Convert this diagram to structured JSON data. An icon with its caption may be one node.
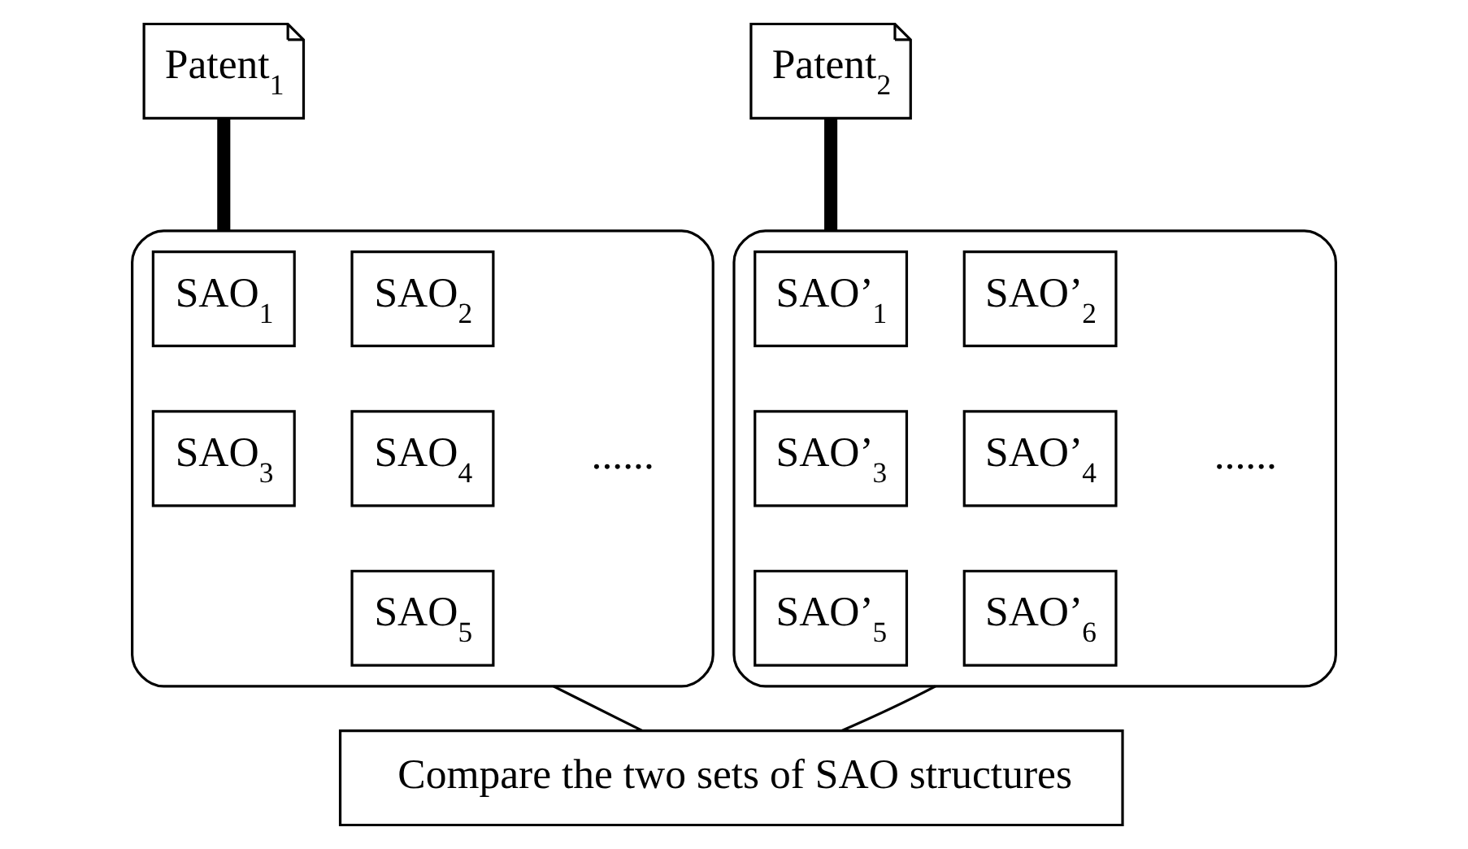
{
  "diagram": {
    "nodes": [
      {
        "text": [
          "Patent$_{1}$"
        ]
      },
      {
        "text": [
          "Patent$_{2}$"
        ]
      },
      {
        "text": [],
        "shape": "ellipse"
      },
      {
        "text": [
          "SAO$_{1}$"
        ],
        "in": 2
      },
      {
        "text": [
          "SAO$_{2}$"
        ],
        "in": 2
      },
      {
        "text": [
          "SAO$_{3}$"
        ],
        "in": 2
      },
      {
        "text": [
          "SAO$_{4}$"
        ],
        "in": 2
      },
      {
        "text": [
          "SAO$_{5}$"
        ],
        "in": 2
      },
      {
        "text": [],
        "shape": "ellipse"
      },
      {
        "text": [
          "SAO’$_{1}$"
        ],
        "in": 8
      },
      {
        "text": [
          "SAO’$_{2}$"
        ],
        "in": 8
      },
      {
        "text": [
          "SAO’$_{3}$"
        ],
        "in": 8
      },
      {
        "text": [
          "SAO’$_{4}$"
        ],
        "in": 8
      },
      {
        "text": [
          "SAO’$_{5}$"
        ],
        "in": 8
      },
      {
        "text": [
          "SAO’$_{6}$"
        ],
        "in": 8
      },
      {
        "text": [
          "Compare the two sets of SAO structures"
        ]
      }
    ],
    "edges": [
      {
        "from": 0,
        "to": 2,
        "arrow": "none",
        "style": "thick"
      },
      {
        "from": 1,
        "to": 8,
        "arrow": "none",
        "style": "thick"
      },
      {
        "from": 2,
        "to": 15,
        "arrow": "none"
      },
      {
        "from": 8,
        "to": 15,
        "arrow": "none"
      }
    ],
    "labels": [
      "......",
      "......"
    ]
  }
}
